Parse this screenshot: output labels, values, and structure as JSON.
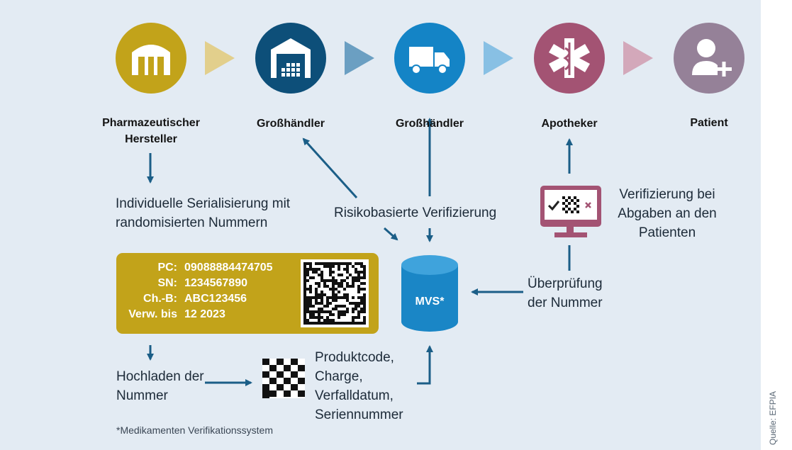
{
  "colors": {
    "background": "#e3ebf3",
    "manufacturer": "#c2a31a",
    "wholesaler_1": "#0d4f79",
    "wholesaler_2": "#1484c6",
    "pharmacist": "#a35373",
    "patient": "#958198",
    "arrow": "#1b5e87",
    "mvs": "#1a86c6"
  },
  "chain": [
    {
      "label": "Pharmazeutischer Hersteller",
      "icon": "factory-icon"
    },
    {
      "label": "Großhändler",
      "icon": "warehouse-icon"
    },
    {
      "label": "Großhändler",
      "icon": "truck-icon"
    },
    {
      "label": "Apotheker",
      "icon": "caduceus-icon"
    },
    {
      "label": "Patient",
      "icon": "user-plus-icon"
    }
  ],
  "serialization_text": "Individuelle Serialisierung mit randomisierten Nummern",
  "risk_text": "Risikobasierte Verifizierung",
  "dispense_text": "Verifizierung bei Abgaben an den Patienten",
  "check_text": "Überprüfung der Nummer",
  "upload_text": "Hochladen der Nummer",
  "product_fields_text": "Produktcode, Charge, Verfalldatum, Seriennummer",
  "mvs_label": "MVS*",
  "footnote": "*Medikamenten Verifikationssystem",
  "source": "Quelle: EFPIA",
  "pack_label": {
    "rows": [
      {
        "key": "PC:",
        "value": "09088884474705"
      },
      {
        "key": "SN:",
        "value": "1234567890"
      },
      {
        "key": "Ch.-B:",
        "value": "ABC123456"
      },
      {
        "key": "Verw. bis",
        "value": "12 2023"
      }
    ]
  }
}
